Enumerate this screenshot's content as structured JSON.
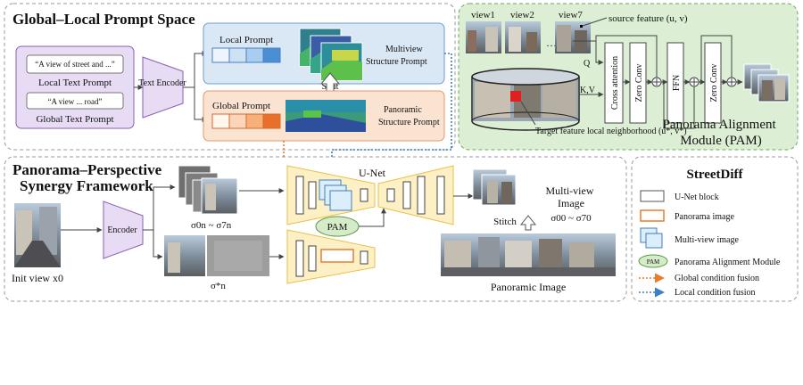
{
  "global_local": {
    "title": "Global–Local Prompt Space",
    "local_text_prompt_box": "“A view of street and ...”",
    "local_text_prompt_label": "Local Text Prompt",
    "global_text_prompt_box": "“A view ... road”",
    "global_text_prompt_label": "Global Text Prompt",
    "text_encoder": "Text Encoder",
    "local_prompt": "Local Prompt",
    "global_prompt": "Global Prompt",
    "multiview_structure_prompt": "Multiview Structure Prompt",
    "panoramic_structure_prompt": "Panoramic Structure Prompt",
    "split": "Split"
  },
  "pam": {
    "views": [
      "view1",
      "view2",
      "view7"
    ],
    "source_feature": "source feature (u, v)",
    "q": "Q",
    "kv": "K,V",
    "cross_attention": "Cross attention",
    "zero_conv": "Zero Conv",
    "ffn": "FFN",
    "target_feature": "Target feature local neighborhood (u*, v*)",
    "title": "Panorama Alignment Module (PAM)"
  },
  "synergy": {
    "title": "Panorama–Perspective Synergy Framework",
    "init_view": "Init view x0",
    "encoder": "Encoder",
    "sigma_range": "σ0n ~ σ7n",
    "sigma_star": "σ*n",
    "unet": "U-Net",
    "pam": "PAM",
    "multiview_image": "Multi-view Image",
    "multiview_sigma": "σ00 ~ σ70",
    "stitch": "Stitch",
    "panoramic_image": "Panoramic Image"
  },
  "legend": {
    "title": "StreetDiff",
    "items": [
      "U-Net block",
      "Panorama image",
      "Multi-view image",
      "Panorama Alignment Module",
      "Global condition fusion",
      "Local condition fusion"
    ],
    "pam_symbol": "PAM"
  },
  "colors": {
    "purple": "#e8dcf4",
    "light_blue": "#dae8f6",
    "light_orange": "#fbe3d2",
    "light_green": "#dcefd4",
    "yellow": "#fdf0c4",
    "orange": "#e87d2e",
    "blue": "#3c7fc4"
  }
}
